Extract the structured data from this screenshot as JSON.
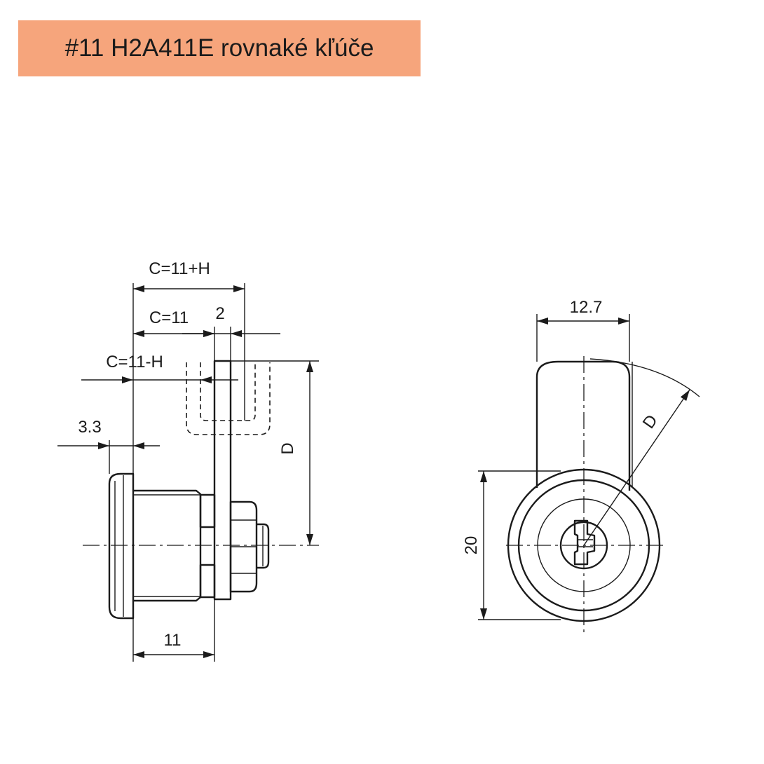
{
  "title": "#11 H2A411E rovnaké kľúče",
  "colors": {
    "banner": "#f6a57c",
    "ink": "#1b1b1b"
  },
  "dimensions": {
    "c_plus": "C=11+H",
    "c": "C=11",
    "thickness": "2",
    "c_minus": "C=11-H",
    "flange": "3.3",
    "d_side": "D",
    "body_length": "11",
    "width": "12.7",
    "d_front": "D",
    "diameter": "20"
  }
}
